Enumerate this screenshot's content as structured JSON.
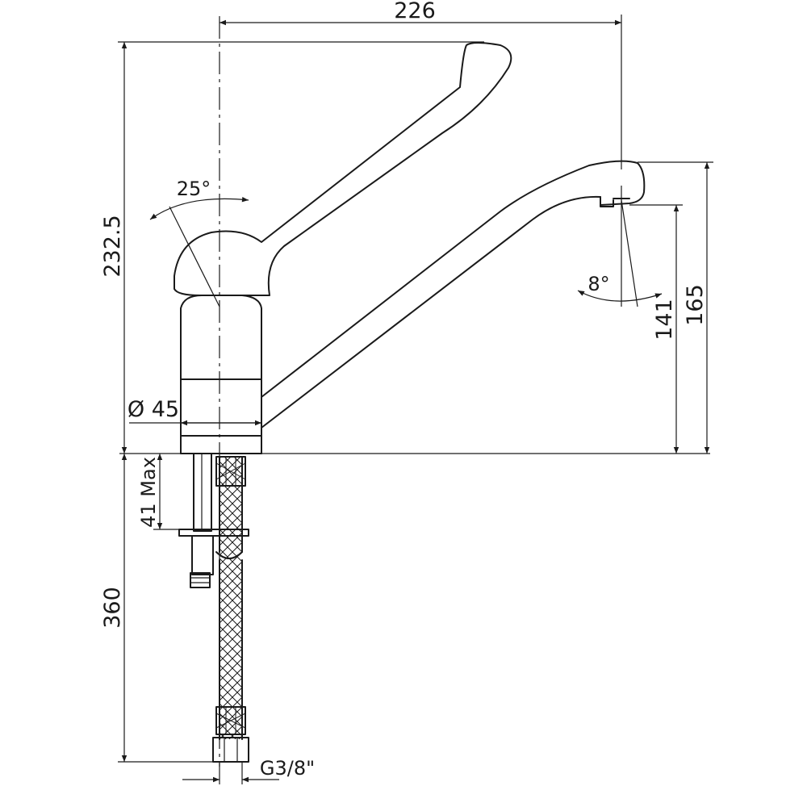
{
  "drawing": {
    "dimensions": {
      "overall_reach": "226",
      "total_height": "232.5",
      "spout_outlet_height_outer": "165",
      "spout_outlet_height_inner": "141",
      "lever_angle": "25°",
      "outlet_angle": "8°",
      "body_diameter": "Ø 45",
      "max_deck_thickness": "41 Max",
      "hose_length": "360",
      "thread": "G3/8\""
    }
  }
}
